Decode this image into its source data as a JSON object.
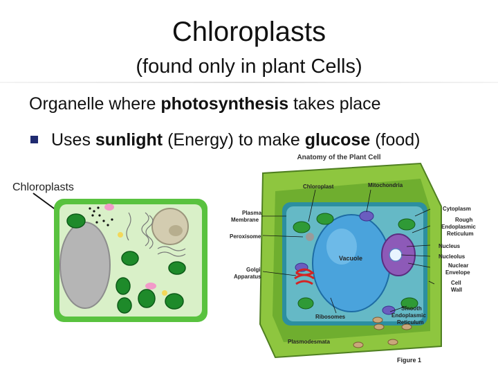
{
  "title": "Chloroplasts",
  "subtitle": "(found only in plant Cells)",
  "line1": {
    "before": "Organelle where ",
    "bold": "photosynthesis",
    "after": " takes place"
  },
  "line2": {
    "t1": "Uses ",
    "b1": "sunlight",
    "t2": " (Energy) to make ",
    "b2": "glucose",
    "t3": " (food)"
  },
  "left_figure": {
    "label": "Chloroplasts"
  },
  "right_figure": {
    "title": "Anatomy of the Plant Cell",
    "caption": "Figure 1",
    "labels": {
      "chloroplast": "Chloroplast",
      "mitochondria": "Mitochondria",
      "plasma1": "Plasma",
      "plasma2": "Membrane",
      "peroxisome": "Peroxisome",
      "golgi1": "Golgi",
      "golgi2": "Apparatus",
      "vacuole": "Vacuole",
      "ribosomes": "Ribosomes",
      "smooth1": "Smooth",
      "smooth2": "Endoplasmic",
      "smooth3": "Reticulum",
      "plasmodesmata": "Plasmodesmata",
      "cytoplasm": "Cytoplasm",
      "rough1": "Rough",
      "rough2": "Endoplasmic",
      "rough3": "Reticulum",
      "nucleus": "Nucleus",
      "nucleolus": "Nucleolus",
      "envelope1": "Nuclear",
      "envelope2": "Envelope",
      "wall1": "Cell",
      "wall2": "Wall"
    }
  }
}
